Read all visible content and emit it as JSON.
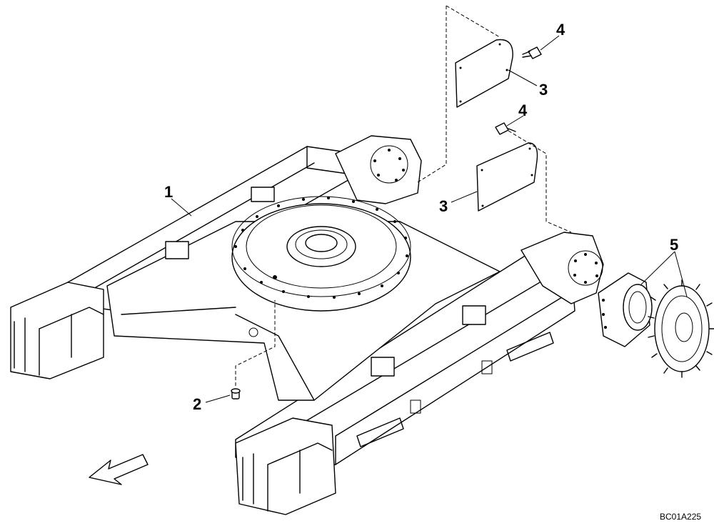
{
  "callouts": [
    {
      "id": "1",
      "label": "1",
      "part": "track-frame"
    },
    {
      "id": "2",
      "label": "2",
      "part": "grease-fitting"
    },
    {
      "id": "3a",
      "label": "3",
      "part": "cover-upper"
    },
    {
      "id": "3b",
      "label": "3",
      "part": "cover-lower"
    },
    {
      "id": "4a",
      "label": "4",
      "part": "bolt-upper"
    },
    {
      "id": "4b",
      "label": "4",
      "part": "bolt-lower"
    },
    {
      "id": "5",
      "label": "5",
      "part": "travel-motor-and-sprocket"
    }
  ],
  "drawing_code": "BC01A225",
  "icons": {
    "direction_arrow": "front-direction-arrow-icon"
  }
}
